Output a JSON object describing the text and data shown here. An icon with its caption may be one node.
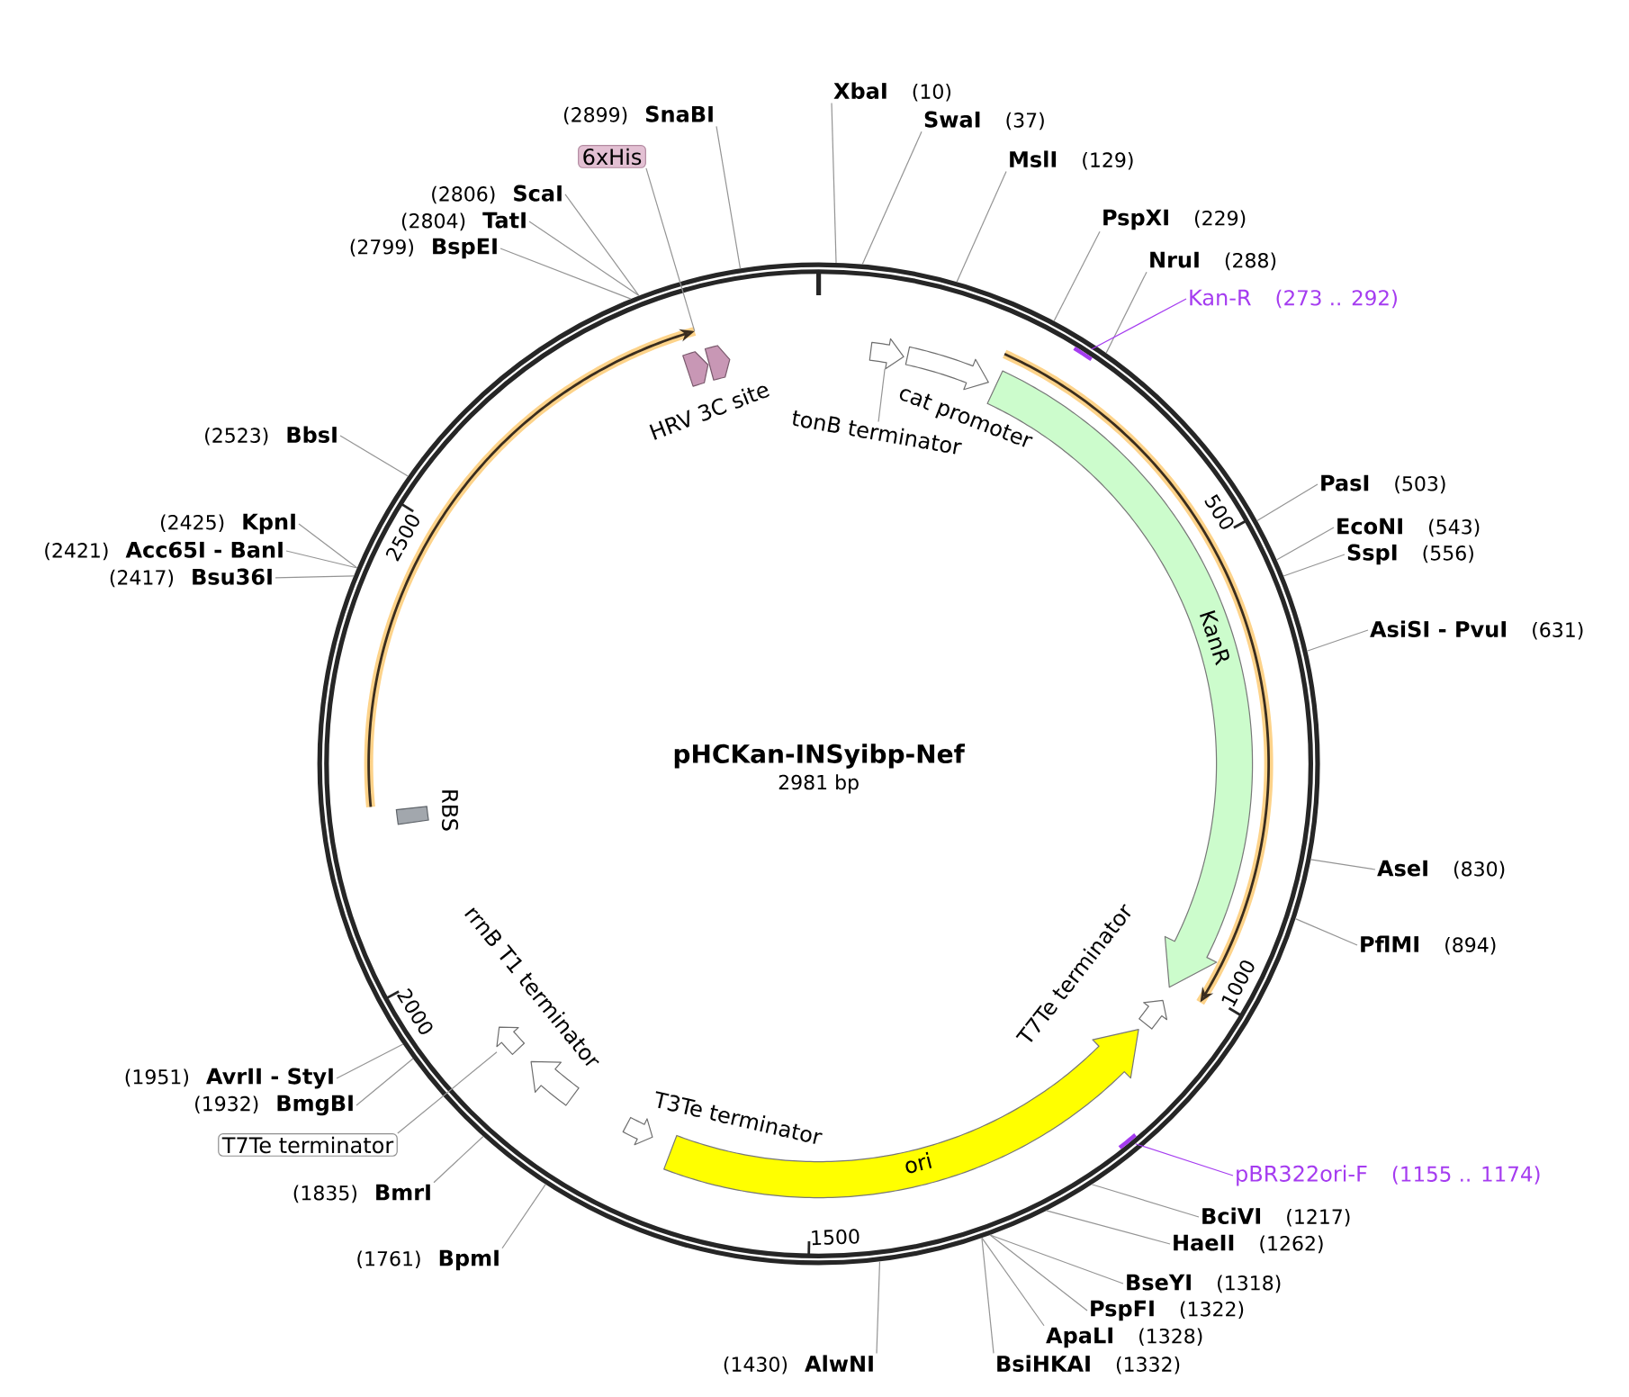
{
  "diagram": {
    "title": "pHCKan-INSyibp-Nef",
    "nodes": [
      {
        "text": [],
        "shape": "circle"
      },
      {
        "text": [
          "XbaI",
          "(10)"
        ]
      },
      {
        "text": [
          "(2899)",
          "SnaBI"
        ]
      },
      {
        "text": [
          "SwaI",
          "(37)"
        ]
      },
      {
        "text": [
          "6xHis"
        ]
      },
      {
        "text": [
          "MslI",
          "(129)"
        ]
      },
      {
        "text": [
          "(2806)",
          "ScaI"
        ]
      },
      {
        "text": [
          "PspXI",
          "(229)"
        ]
      },
      {
        "text": [
          "(2804)",
          "TatI"
        ]
      },
      {
        "text": [
          "(2799)",
          "BspEI"
        ]
      },
      {
        "text": [
          "NruI",
          "(288)"
        ]
      },
      {
        "text": [
          "Kan-R",
          "(273 .. 292)"
        ]
      },
      {
        "text": [],
        "shape": "arrow",
        "in": 0
      },
      {
        "text": [],
        "shape": "arrow",
        "in": 0
      },
      {
        "text": [],
        "shape": "arrow",
        "in": 0,
        "beside": [
          "cat promoter"
        ]
      },
      {
        "text": [],
        "shape": "arrow",
        "in": 0
      },
      {
        "text": [],
        "shape": "bar",
        "in": 0
      },
      {
        "text": [],
        "shape": "arrow",
        "in": 0,
        "beside": [
          "HRV 3C site"
        ]
      },
      {
        "text": [],
        "shape": "arrow",
        "in": 0
      },
      {
        "text": [
          "KanR"
        ],
        "in": 0
      },
      {
        "text": [
          "tonB terminator"
        ],
        "in": 0
      },
      {
        "text": [
          "(2523)",
          "BbsI"
        ]
      },
      {
        "text": [
          "PasI",
          "(503)"
        ]
      },
      {
        "text": [
          "(2425)",
          "KpnI"
        ]
      },
      {
        "text": [
          "EcoNI",
          "(543)"
        ]
      },
      {
        "text": [
          "(2421)",
          "Acc65I - BanI"
        ]
      },
      {
        "text": [
          "SspI",
          "(556)"
        ]
      },
      {
        "text": [
          "(2417)",
          "Bsu36I"
        ]
      },
      {
        "text": [
          "AsiSI - PvuI",
          "(631)"
        ]
      },
      {
        "text": [],
        "shape": "box",
        "in": 0
      },
      {
        "text": [
          "AseI",
          "(830)"
        ]
      },
      {
        "text": [
          "PflMI",
          "(894)"
        ]
      },
      {
        "text": [],
        "shape": "arrow",
        "in": 0,
        "beside": [
          "rrnB T1 terminator"
        ]
      },
      {
        "text": [],
        "shape": "arrow",
        "in": 0,
        "beside": [
          "T7Te terminator"
        ]
      },
      {
        "text": [],
        "shape": "arrow",
        "in": 0
      },
      {
        "text": [
          "ori"
        ],
        "in": 0
      },
      {
        "text": [
          "(1951)",
          "AvrII - StyI"
        ]
      },
      {
        "text": [
          "(1932)",
          "BmgBI"
        ]
      },
      {
        "text": [],
        "shape": "arrow",
        "in": 0,
        "beside": [
          "T3Te terminator"
        ]
      },
      {
        "text": [],
        "shape": "bar",
        "in": 0
      },
      {
        "text": [
          "T7Te terminator"
        ]
      },
      {
        "text": [
          "pBR322ori-F",
          "(1155 .. 1174)"
        ]
      },
      {
        "text": [
          "(1835)",
          "BmrI"
        ]
      },
      {
        "text": [
          "BciVI",
          "(1217)"
        ]
      },
      {
        "text": [
          "HaeII",
          "(1262)"
        ]
      },
      {
        "text": [
          "(1761)",
          "BpmI"
        ]
      },
      {
        "text": [
          "BseYI",
          "(1318)"
        ]
      },
      {
        "text": [
          "PspFI",
          "(1322)"
        ]
      },
      {
        "text": [
          "ApaLI",
          "(1328)"
        ]
      },
      {
        "text": [
          "(1430)",
          "AlwNI"
        ]
      },
      {
        "text": [
          "BsiHKAI",
          "(1332)"
        ]
      }
    ],
    "edges": [
      {
        "from": 1,
        "to": 0,
        "arrow": "none"
      },
      {
        "from": 2,
        "to": 0,
        "arrow": "none"
      },
      {
        "from": 3,
        "to": 0,
        "arrow": "none"
      },
      {
        "from": 4,
        "to": 12,
        "arrow": "none"
      },
      {
        "from": 5,
        "to": 0,
        "arrow": "none"
      },
      {
        "from": 6,
        "to": 0,
        "arrow": "none"
      },
      {
        "from": 7,
        "to": 0,
        "arrow": "none"
      },
      {
        "from": 8,
        "to": 0,
        "arrow": "none"
      },
      {
        "from": 9,
        "to": 0,
        "arrow": "none"
      },
      {
        "from": 10,
        "to": 0,
        "arrow": "none"
      },
      {
        "from": 11,
        "to": 16,
        "arrow": "none",
        "color": "#a53cf0"
      },
      {
        "from": 20,
        "to": 13,
        "arrow": "none"
      },
      {
        "from": 21,
        "to": 0,
        "arrow": "none"
      },
      {
        "from": 22,
        "to": 0,
        "arrow": "none"
      },
      {
        "from": 23,
        "to": 0,
        "arrow": "none"
      },
      {
        "from": 24,
        "to": 0,
        "arrow": "none"
      },
      {
        "from": 25,
        "to": 0,
        "arrow": "none"
      },
      {
        "from": 26,
        "to": 0,
        "arrow": "none"
      },
      {
        "from": 27,
        "to": 0,
        "arrow": "none"
      },
      {
        "from": 28,
        "to": 0,
        "arrow": "none"
      },
      {
        "from": 30,
        "to": 0,
        "arrow": "none"
      },
      {
        "from": 31,
        "to": 0,
        "arrow": "none"
      },
      {
        "from": 36,
        "to": 0,
        "arrow": "none"
      },
      {
        "from": 37,
        "to": 0,
        "arrow": "none"
      },
      {
        "from": 40,
        "to": 34,
        "arrow": "none"
      },
      {
        "from": 41,
        "to": 39,
        "arrow": "none",
        "color": "#a53cf0"
      },
      {
        "from": 42,
        "to": 0,
        "arrow": "none"
      },
      {
        "from": 43,
        "to": 0,
        "arrow": "none"
      },
      {
        "from": 44,
        "to": 0,
        "arrow": "none"
      },
      {
        "from": 45,
        "to": 0,
        "arrow": "none"
      },
      {
        "from": 46,
        "to": 0,
        "arrow": "none"
      },
      {
        "from": 47,
        "to": 0,
        "arrow": "none"
      },
      {
        "from": 48,
        "to": 0,
        "arrow": "none"
      },
      {
        "from": 49,
        "to": 0,
        "arrow": "none"
      },
      {
        "from": 50,
        "to": 0,
        "arrow": "none"
      }
    ],
    "labels": [
      "500",
      "2500",
      "2981 bp",
      "RBS",
      "1000",
      "2000",
      "1500"
    ]
  }
}
